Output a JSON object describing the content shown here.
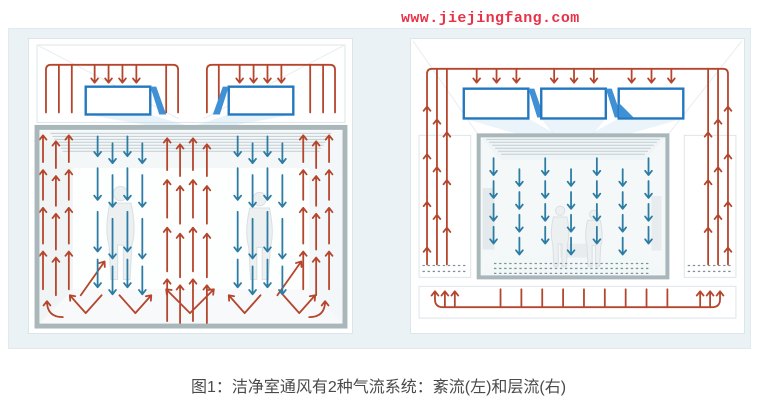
{
  "watermark": {
    "text": "www.jiejingfang.com",
    "color": "#e73247"
  },
  "caption": {
    "text": "图1：洁净室通风有2种气流系统：紊流(左)和层流(右)",
    "color": "#4a4a4a"
  },
  "diagrams": {
    "left": {
      "id": "turbulent-flow-diagram",
      "caption_ref": "紊流(左)"
    },
    "right": {
      "id": "laminar-flow-diagram",
      "caption_ref": "层流(右)"
    }
  },
  "colors": {
    "arrow_red": "#b5452c",
    "arrow_blue": "#2d7ca4",
    "ahu_border_blue": "#2277c0",
    "ahu_wedge_blue": "#3f90d4",
    "beam_blue": "#bcd9ee",
    "wall_gray": "#a9b7ba",
    "panel_border": "#dce5ea",
    "strip_bg": "#ebf2f6",
    "room_tint": "#f4f8f9",
    "filter_line": "#c3ced2",
    "perspective_line": "#e7edf0",
    "dot_gray": "#7f929a",
    "silhouette_fill": "#edf0f1",
    "silhouette_stroke": "#d9dfe2"
  }
}
